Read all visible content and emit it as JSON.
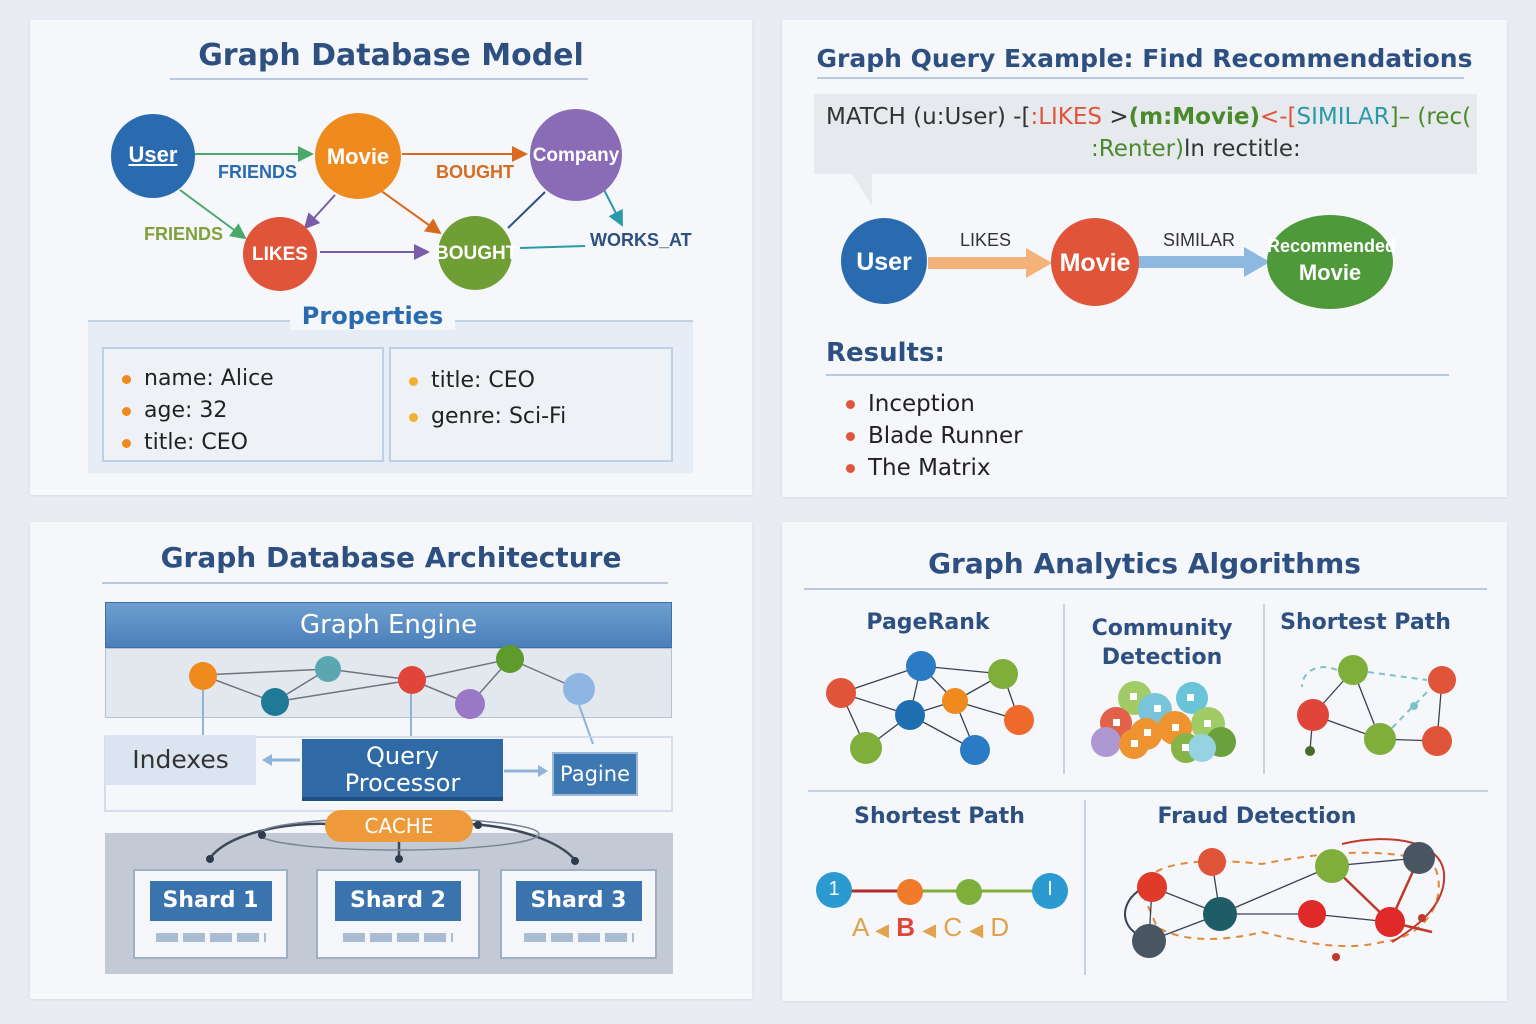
{
  "panel1": {
    "title": "Graph Database Model",
    "nodes": {
      "user": "User",
      "movie": "Movie",
      "company": "Company",
      "likes": "LIKES",
      "bought": "BOUGHT"
    },
    "edges": {
      "friends1": "FRIENDS",
      "bought1": "BOUGHT",
      "friends2": "FRIENDS",
      "works_at": "WORKS_AT"
    },
    "properties_title": "Properties",
    "props_left": [
      "name: Alice",
      "age: 32",
      "title: CEO"
    ],
    "props_right": [
      "title: CEO",
      "genre: Sci-Fi"
    ]
  },
  "panel2": {
    "title": "Graph Query Example: Find Recommendations",
    "query_line1": {
      "a": "MATCH (u:User) -[",
      "b": ":LIKES",
      "c": " >",
      "d": "(m:Movie)",
      "e": "<-[",
      "f": "SIMILAR",
      "g": "]– (rec(",
      "h": ""
    },
    "query_line2": {
      "a": ":Renter)",
      "b": "ln rec",
      "c": "title:"
    },
    "nodes": {
      "user": "User",
      "movie": "Movie",
      "rec1": "Recommended",
      "rec2": "Movie"
    },
    "edges": {
      "likes": "LIKES",
      "similar": "SIMILAR"
    },
    "results_title": "Results:",
    "results": [
      "Inception",
      "Blade Runner",
      "The Matrix"
    ]
  },
  "panel3": {
    "title": "Graph Database Architecture",
    "engine": "Graph Engine",
    "indexes": "Indexes",
    "query_processor_1": "Query",
    "query_processor_2": "Processor",
    "pagine": "Pagine",
    "cache": "CACHE",
    "shards": [
      "Shard 1",
      "Shard 2",
      "Shard 3"
    ]
  },
  "panel4": {
    "title": "Graph Analytics Algorithms",
    "pagerank": "PageRank",
    "community_1": "Community",
    "community_2": "Detection",
    "shortest_top": "Shortest Path",
    "shortest_bottom": "Shortest Path",
    "fraud": "Fraud Detection",
    "path_letters": [
      "A",
      "B",
      "C",
      "D"
    ],
    "path_end_left": "1",
    "path_end_right": "I"
  },
  "colors": {
    "title": "#2d5080",
    "blue": "#2a6bb0",
    "orange": "#ef8a1f",
    "purple": "#8a6bb5",
    "red": "#e0553a",
    "green": "#6f9e35"
  }
}
